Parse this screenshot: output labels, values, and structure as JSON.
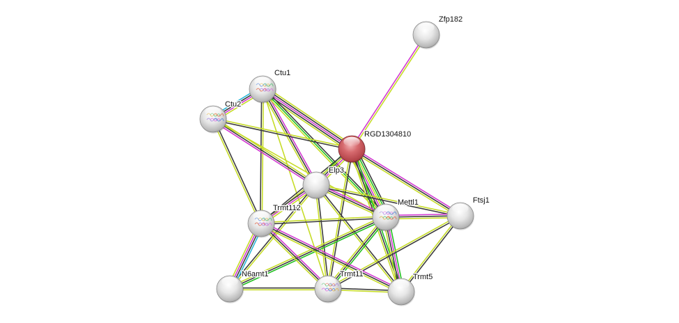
{
  "diagram": {
    "type": "protein-interaction-network",
    "edge_colors": {
      "textmining": "#c6dc28",
      "coexpression": "#3d3d3d",
      "experiments": "#d23ad2",
      "databases": "#2ab8d8",
      "neighborhood": "#20c020"
    },
    "node_colors": {
      "query": "#c8585c",
      "default": "#e2e2e2"
    },
    "nodes": [
      {
        "id": "Zfp182",
        "label": "Zfp182",
        "query": false,
        "structure": false
      },
      {
        "id": "Ctu1",
        "label": "Ctu1",
        "query": false,
        "structure": true
      },
      {
        "id": "Ctu2",
        "label": "Ctu2",
        "query": false,
        "structure": true
      },
      {
        "id": "RGD1304810",
        "label": "RGD1304810",
        "query": true,
        "structure": false
      },
      {
        "id": "Elp3",
        "label": "Elp3",
        "query": false,
        "structure": false
      },
      {
        "id": "Mettl1",
        "label": "Mettl1",
        "query": false,
        "structure": true
      },
      {
        "id": "Ftsj1",
        "label": "Ftsj1",
        "query": false,
        "structure": false
      },
      {
        "id": "Trmt112",
        "label": "Trmt112",
        "query": false,
        "structure": true
      },
      {
        "id": "N6amt1",
        "label": "N6amt1",
        "query": false,
        "structure": false
      },
      {
        "id": "Trmt11",
        "label": "Trmt11",
        "query": false,
        "structure": true
      },
      {
        "id": "Trmt5",
        "label": "Trmt5",
        "query": false,
        "structure": false
      }
    ],
    "edges": [
      {
        "source": "RGD1304810",
        "target": "Zfp182",
        "types": [
          "experiments",
          "textmining"
        ]
      },
      {
        "source": "Ctu1",
        "target": "Ctu2",
        "types": [
          "textmining",
          "experiments",
          "coexpression",
          "databases"
        ]
      },
      {
        "source": "Ctu1",
        "target": "RGD1304810",
        "types": [
          "textmining",
          "coexpression",
          "experiments",
          "coexpression",
          "textmining"
        ]
      },
      {
        "source": "Ctu1",
        "target": "Elp3",
        "types": [
          "experiments",
          "coexpression",
          "textmining"
        ]
      },
      {
        "source": "Ctu1",
        "target": "Mettl1",
        "types": [
          "coexpression",
          "neighborhood",
          "textmining"
        ]
      },
      {
        "source": "Ctu1",
        "target": "Trmt112",
        "types": [
          "textmining",
          "coexpression"
        ]
      },
      {
        "source": "Ctu1",
        "target": "Trmt11",
        "types": [
          "textmining"
        ]
      },
      {
        "source": "Ctu2",
        "target": "RGD1304810",
        "types": [
          "textmining",
          "coexpression"
        ]
      },
      {
        "source": "Ctu2",
        "target": "Elp3",
        "types": [
          "textmining",
          "coexpression",
          "experiments"
        ]
      },
      {
        "source": "Ctu2",
        "target": "Mettl1",
        "types": [
          "textmining"
        ]
      },
      {
        "source": "Ctu2",
        "target": "Trmt112",
        "types": [
          "coexpression",
          "textmining"
        ]
      },
      {
        "source": "RGD1304810",
        "target": "Elp3",
        "types": [
          "textmining",
          "experiments",
          "coexpression",
          "neighborhood"
        ]
      },
      {
        "source": "RGD1304810",
        "target": "Mettl1",
        "types": [
          "coexpression",
          "neighborhood",
          "textmining",
          "experiments",
          "coexpression",
          "textmining"
        ]
      },
      {
        "source": "RGD1304810",
        "target": "Ftsj1",
        "types": [
          "experiments",
          "coexpression",
          "textmining"
        ]
      },
      {
        "source": "RGD1304810",
        "target": "Trmt112",
        "types": [
          "textmining",
          "coexpression"
        ]
      },
      {
        "source": "RGD1304810",
        "target": "Trmt11",
        "types": [
          "coexpression",
          "textmining"
        ]
      },
      {
        "source": "RGD1304810",
        "target": "Trmt5",
        "types": [
          "neighborhood",
          "coexpression",
          "textmining"
        ]
      },
      {
        "source": "Elp3",
        "target": "Mettl1",
        "types": [
          "experiments",
          "coexpression",
          "textmining"
        ]
      },
      {
        "source": "Elp3",
        "target": "Ftsj1",
        "types": [
          "textmining",
          "coexpression"
        ]
      },
      {
        "source": "Elp3",
        "target": "Trmt112",
        "types": [
          "textmining",
          "experiments",
          "coexpression"
        ]
      },
      {
        "source": "Elp3",
        "target": "N6amt1",
        "types": [
          "textmining",
          "coexpression"
        ]
      },
      {
        "source": "Elp3",
        "target": "Trmt11",
        "types": [
          "coexpression",
          "textmining"
        ]
      },
      {
        "source": "Elp3",
        "target": "Trmt5",
        "types": [
          "coexpression",
          "textmining"
        ]
      },
      {
        "source": "Mettl1",
        "target": "Ftsj1",
        "types": [
          "experiments",
          "coexpression",
          "textmining"
        ]
      },
      {
        "source": "Mettl1",
        "target": "Trmt112",
        "types": [
          "coexpression",
          "textmining"
        ]
      },
      {
        "source": "Mettl1",
        "target": "N6amt1",
        "types": [
          "neighborhood",
          "coexpression",
          "textmining"
        ]
      },
      {
        "source": "Mettl1",
        "target": "Trmt11",
        "types": [
          "neighborhood",
          "coexpression",
          "textmining"
        ]
      },
      {
        "source": "Mettl1",
        "target": "Trmt5",
        "types": [
          "neighborhood",
          "experiments",
          "coexpression",
          "textmining"
        ]
      },
      {
        "source": "Ftsj1",
        "target": "Trmt11",
        "types": [
          "coexpression",
          "textmining"
        ]
      },
      {
        "source": "Ftsj1",
        "target": "Trmt5",
        "types": [
          "coexpression",
          "textmining"
        ]
      },
      {
        "source": "Trmt112",
        "target": "N6amt1",
        "types": [
          "databases",
          "coexpression",
          "experiments",
          "textmining"
        ]
      },
      {
        "source": "Trmt112",
        "target": "Trmt11",
        "types": [
          "experiments",
          "coexpression",
          "textmining"
        ]
      },
      {
        "source": "Trmt112",
        "target": "Trmt5",
        "types": [
          "experiments",
          "coexpression",
          "textmining"
        ]
      },
      {
        "source": "N6amt1",
        "target": "Trmt11",
        "types": [
          "coexpression",
          "textmining"
        ]
      },
      {
        "source": "Trmt11",
        "target": "Trmt5",
        "types": [
          "coexpression",
          "textmining"
        ]
      }
    ]
  }
}
